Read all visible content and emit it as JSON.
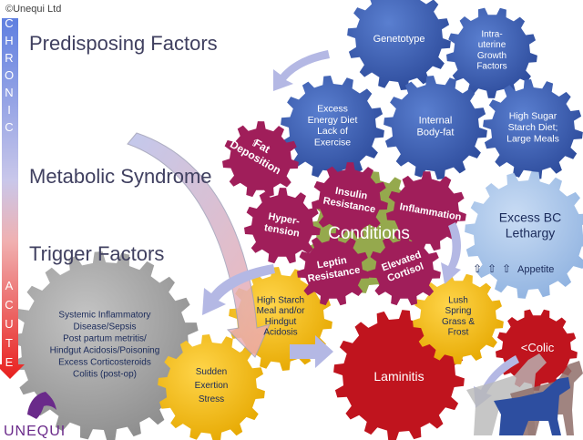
{
  "copyright": "©Unequi Ltd",
  "arrow_letters": {
    "chronic": [
      "C",
      "H",
      "R",
      "O",
      "N",
      "I",
      "C"
    ],
    "acute": [
      "A",
      "C",
      "U",
      "T",
      "E"
    ]
  },
  "headings": {
    "predisposing": "Predisposing Factors",
    "metabolic": "Metabolic Syndrome",
    "trigger": "Trigger Factors"
  },
  "gears": {
    "genetotype": [
      "Genetotype"
    ],
    "intrauterine": [
      "Intra-",
      "uterine",
      "Growth",
      "Factors"
    ],
    "excess_energy": [
      "Excess",
      "Energy Diet",
      "Lack of",
      "Exercise"
    ],
    "body_fat": [
      "Internal",
      "Body-fat"
    ],
    "high_sugar": [
      "High Sugar",
      "Starch Diet;",
      "Large Meals"
    ],
    "fat_deposition": [
      "Fat",
      "Deposition"
    ],
    "insulin": [
      "Insulin",
      "Resistance"
    ],
    "inflammation": [
      "Inflammation"
    ],
    "hypertension": [
      "Hyper-",
      "tension"
    ],
    "leptin": [
      "Leptin",
      "Resistance"
    ],
    "cortisol": [
      "Elevated",
      "Cortisol"
    ],
    "conditions": "Conditions",
    "excess_bc": [
      "Excess BC",
      "Lethargy"
    ],
    "appetite": "Appetite",
    "triggers": [
      "Systemic Inflammatory",
      "Disease/Sepsis",
      "Post partum metritis/",
      "Hindgut Acidosis/Poisoning",
      "Excess Corticosteroids",
      "Colitis (post-op)"
    ],
    "high_starch": [
      "High Starch",
      "Meal and/or",
      "Hindgut",
      "Acidosis"
    ],
    "exertion": [
      "Sudden",
      "Exertion",
      "Stress"
    ],
    "lush": [
      "Lush",
      "Spring",
      "Grass &",
      "Frost"
    ],
    "laminitis": "Laminitis",
    "colic": "<Colic"
  },
  "logo": "UNEQUI",
  "colors": {
    "blue_gear": "#3a5fb0",
    "maroon_gear": "#a01e5a",
    "gold_gear": "#f2b90f",
    "grey_gear": "#9c9c9c",
    "green_gear": "#8aa03a",
    "lightblue_gear": "#a7c3e8",
    "red_gear": "#c0141e",
    "arrow_blue": "#7f8fd6",
    "arrow_red": "#e8201e"
  }
}
